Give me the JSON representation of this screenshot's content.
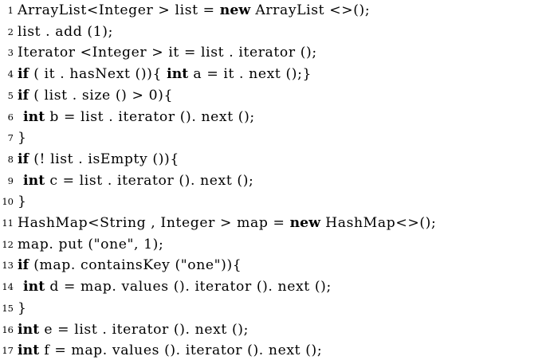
{
  "listing": {
    "language": "Java",
    "background_color": "#ffffff",
    "text_color": "#000000",
    "keyword_style": "bold",
    "line_count": 17,
    "lines": [
      {
        "number": "1",
        "indent": 0,
        "parts": [
          {
            "t": "ArrayList<Integer > list = ",
            "kw": false
          },
          {
            "t": "new",
            "kw": true
          },
          {
            "t": " ArrayList <>();",
            "kw": false
          }
        ]
      },
      {
        "number": "2",
        "indent": 0,
        "parts": [
          {
            "t": "list . add (1);",
            "kw": false
          }
        ]
      },
      {
        "number": "3",
        "indent": 0,
        "parts": [
          {
            "t": "Iterator <Integer > it = list . iterator ();",
            "kw": false
          }
        ]
      },
      {
        "number": "4",
        "indent": 0,
        "parts": [
          {
            "t": "if",
            "kw": true
          },
          {
            "t": " ( it . hasNext ()){ ",
            "kw": false
          },
          {
            "t": "int",
            "kw": true
          },
          {
            "t": " a = it . next ();}",
            "kw": false
          }
        ]
      },
      {
        "number": "5",
        "indent": 0,
        "parts": [
          {
            "t": "if",
            "kw": true
          },
          {
            "t": " ( list . size () > 0){",
            "kw": false
          }
        ]
      },
      {
        "number": "6",
        "indent": 1,
        "parts": [
          {
            "t": "int",
            "kw": true
          },
          {
            "t": " b = list . iterator (). next ();",
            "kw": false
          }
        ]
      },
      {
        "number": "7",
        "indent": 0,
        "parts": [
          {
            "t": "}",
            "kw": false
          }
        ]
      },
      {
        "number": "8",
        "indent": 0,
        "parts": [
          {
            "t": "if",
            "kw": true
          },
          {
            "t": " (! list . isEmpty ()){",
            "kw": false
          }
        ]
      },
      {
        "number": "9",
        "indent": 1,
        "parts": [
          {
            "t": "int",
            "kw": true
          },
          {
            "t": " c = list . iterator (). next ();",
            "kw": false
          }
        ]
      },
      {
        "number": "10",
        "indent": 0,
        "parts": [
          {
            "t": "}",
            "kw": false
          }
        ]
      },
      {
        "number": "11",
        "indent": 0,
        "parts": [
          {
            "t": "HashMap<String , Integer > map = ",
            "kw": false
          },
          {
            "t": "new",
            "kw": true
          },
          {
            "t": " HashMap<>();",
            "kw": false
          }
        ]
      },
      {
        "number": "12",
        "indent": 0,
        "parts": [
          {
            "t": "map. put (\"one\", 1);",
            "kw": false
          }
        ]
      },
      {
        "number": "13",
        "indent": 0,
        "parts": [
          {
            "t": "if",
            "kw": true
          },
          {
            "t": " (map. containsKey (\"one\")){",
            "kw": false
          }
        ]
      },
      {
        "number": "14",
        "indent": 1,
        "parts": [
          {
            "t": "int",
            "kw": true
          },
          {
            "t": " d = map. values (). iterator (). next ();",
            "kw": false
          }
        ]
      },
      {
        "number": "15",
        "indent": 0,
        "parts": [
          {
            "t": "}",
            "kw": false
          }
        ]
      },
      {
        "number": "16",
        "indent": 0,
        "parts": [
          {
            "t": "int",
            "kw": true
          },
          {
            "t": " e = list . iterator (). next ();",
            "kw": false
          }
        ]
      },
      {
        "number": "17",
        "indent": 0,
        "parts": [
          {
            "t": "int",
            "kw": true
          },
          {
            "t": " f = map. values (). iterator (). next ();",
            "kw": false
          }
        ]
      }
    ]
  }
}
